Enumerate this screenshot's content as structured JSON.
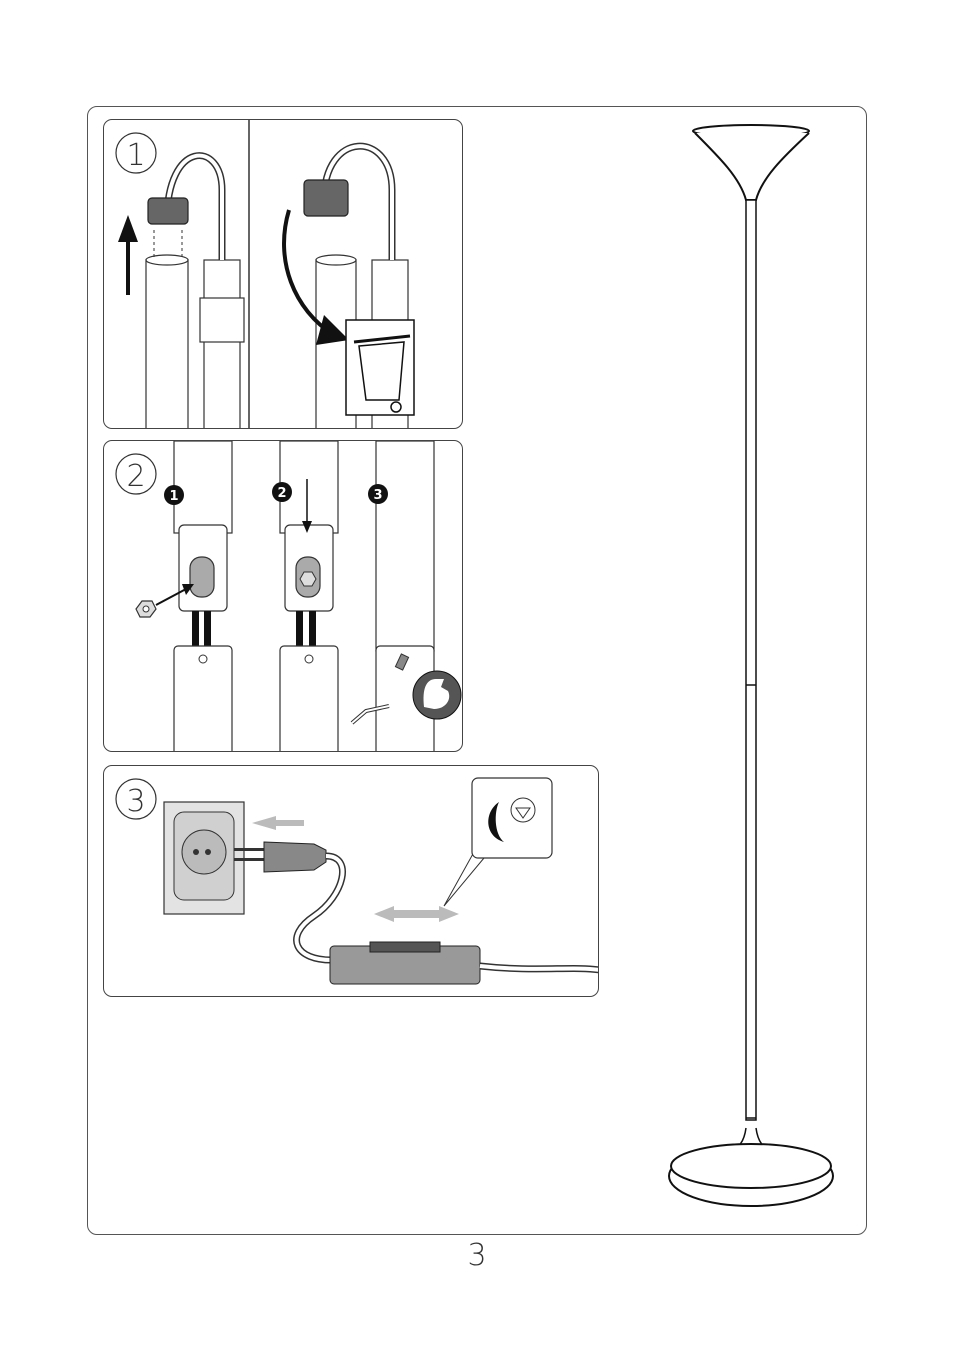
{
  "page": {
    "number": "3"
  },
  "steps": [
    {
      "label": "1"
    },
    {
      "label": "2",
      "substeps": [
        "1",
        "2",
        "3"
      ]
    },
    {
      "label": "3"
    }
  ],
  "icons": [
    "cable-icon",
    "up-arrow-icon",
    "curved-arrow-icon",
    "trash-bin-icon",
    "nut-icon",
    "allen-key-icon",
    "strength-icon",
    "wall-socket-icon",
    "plug-icon",
    "dimmer-switch-icon",
    "dimmer-symbol-icon",
    "double-arrow-icon",
    "floor-lamp-icon"
  ]
}
